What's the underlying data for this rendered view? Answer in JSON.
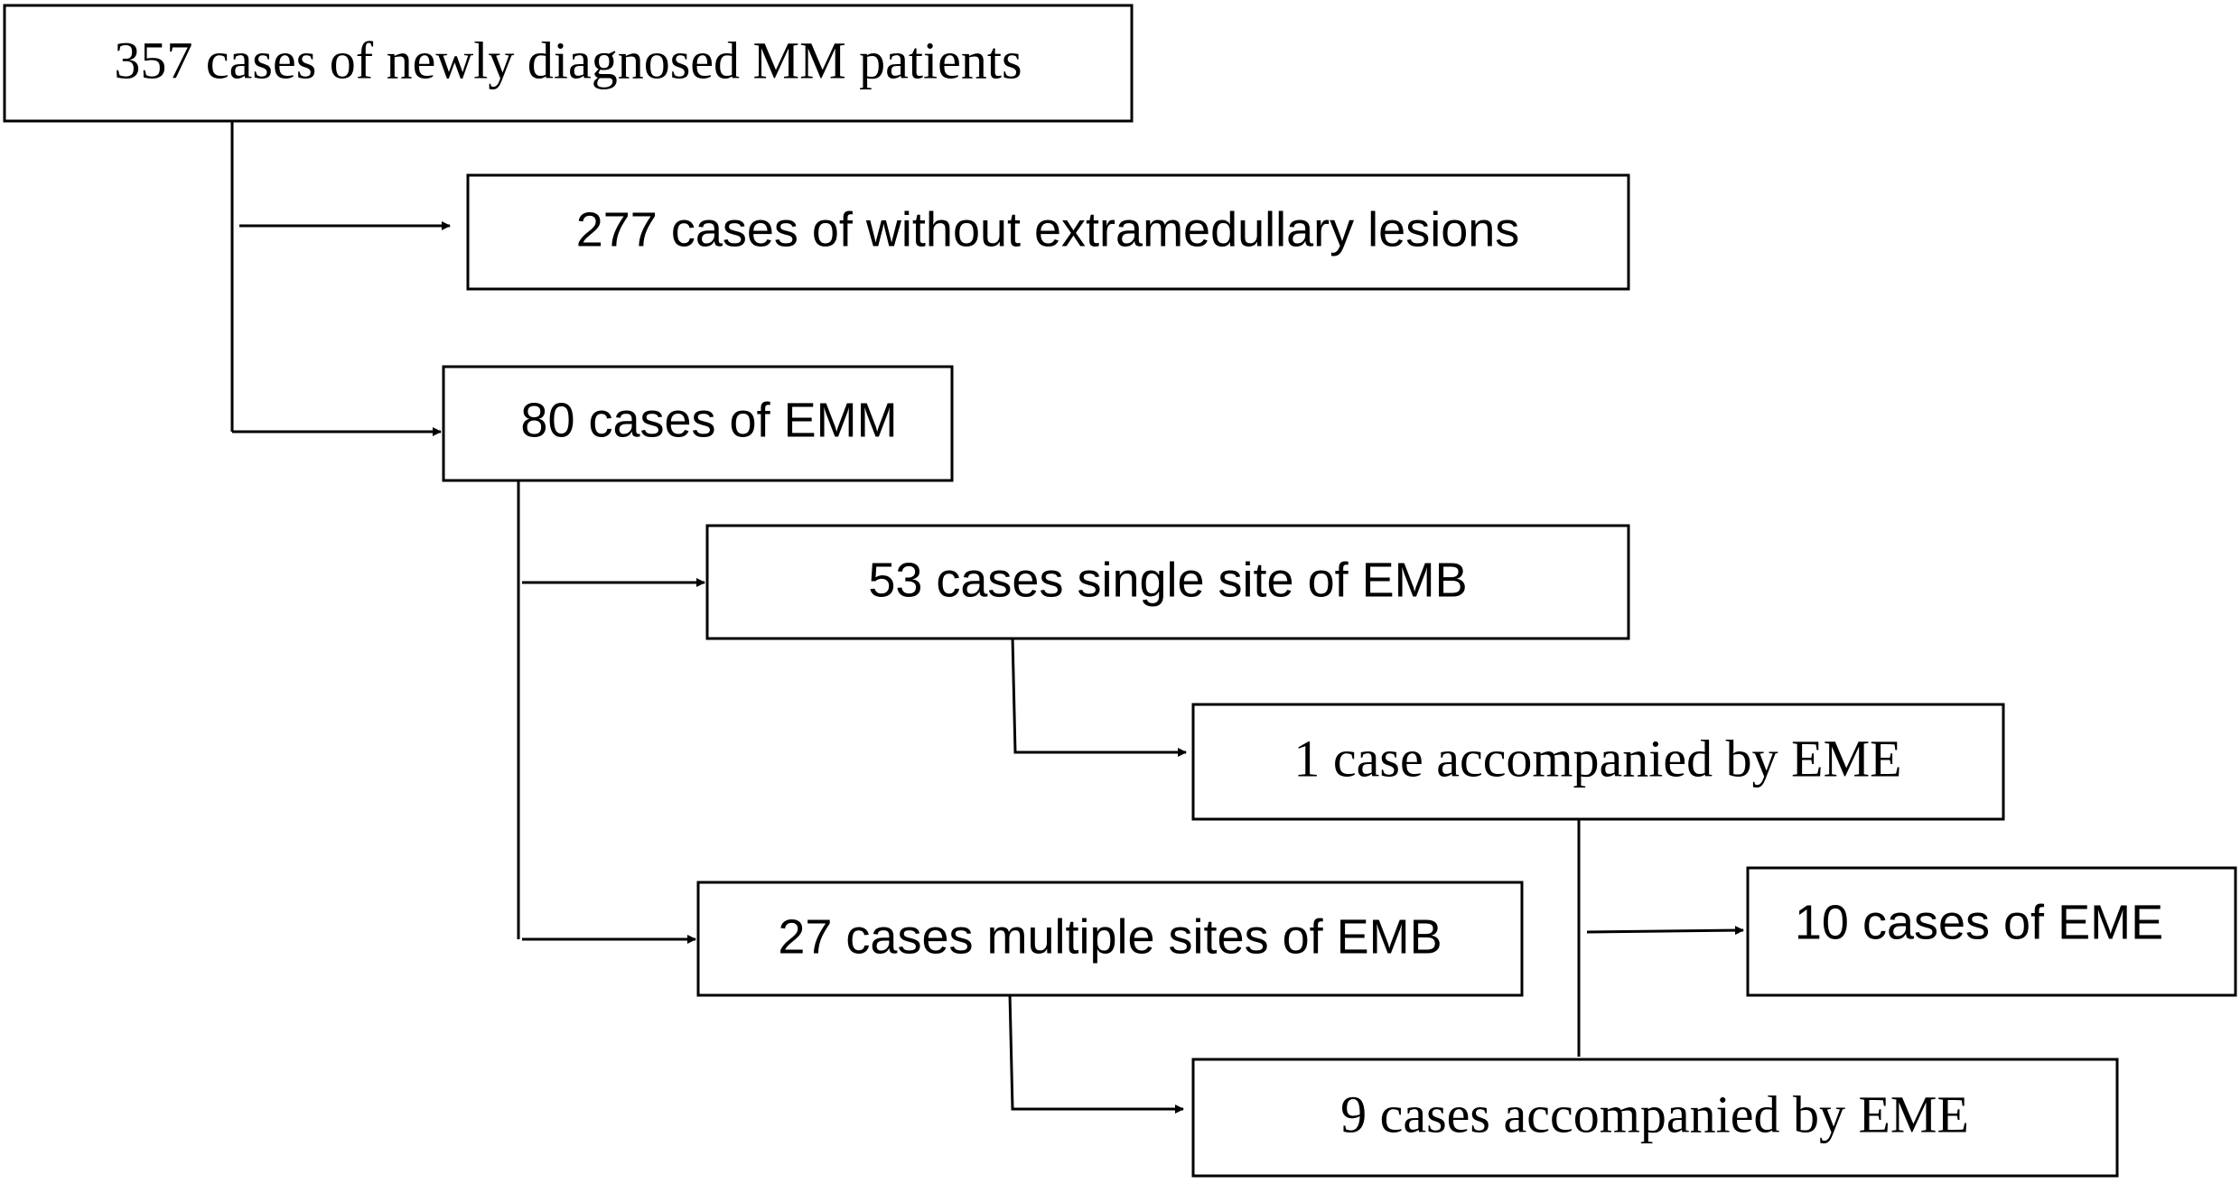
{
  "nodes": {
    "total": "357 cases of newly diagnosed MM patients",
    "without_lesions": "277 cases of without extramedullary lesions",
    "emm": "80 cases of EMM",
    "single_site": "53 cases single site of EMB",
    "one_case_eme": "1 case accompanied by EME",
    "multiple_sites": "27 cases multiple sites of EMB",
    "ten_cases_eme": "10 cases of EME",
    "nine_cases_eme": "9 cases accompanied by EME"
  },
  "colors": {
    "stroke": "#000000",
    "background": "#ffffff"
  }
}
